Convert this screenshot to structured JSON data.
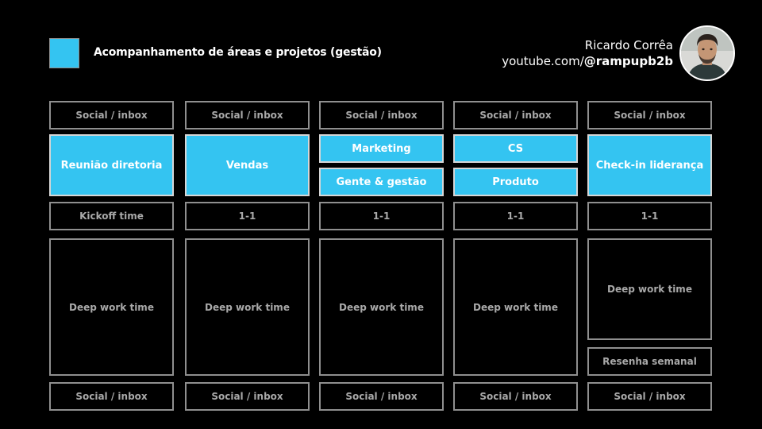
{
  "header": {
    "legend_label": "Acompanhamento de áreas e projetos (gestão)",
    "author_name": "Ricardo Corrêa",
    "channel_prefix": "youtube.com/",
    "channel_handle": "@rampupb2b"
  },
  "colors": {
    "background": "#000000",
    "highlight": "#34c4f1",
    "block_border": "#8f8f8f",
    "block_text": "#a9a9a9"
  },
  "columns": [
    {
      "social_top": "Social / inbox",
      "meetings": [
        "Reunião diretoria"
      ],
      "slot": "Kickoff time",
      "deep_work": "Deep work time",
      "social_bottom": "Social / inbox"
    },
    {
      "social_top": "Social / inbox",
      "meetings": [
        "Vendas"
      ],
      "slot": "1-1",
      "deep_work": "Deep work time",
      "social_bottom": "Social / inbox"
    },
    {
      "social_top": "Social / inbox",
      "meetings": [
        "Marketing",
        "Gente & gestão"
      ],
      "slot": "1-1",
      "deep_work": "Deep work time",
      "social_bottom": "Social / inbox"
    },
    {
      "social_top": "Social / inbox",
      "meetings": [
        "CS",
        "Produto"
      ],
      "slot": "1-1",
      "deep_work": "Deep work time",
      "social_bottom": "Social / inbox"
    },
    {
      "social_top": "Social / inbox",
      "meetings": [
        "Check-in liderança"
      ],
      "slot": "1-1",
      "deep_work": "Deep work time",
      "weekly": "Resenha semanal",
      "social_bottom": "Social / inbox"
    }
  ]
}
